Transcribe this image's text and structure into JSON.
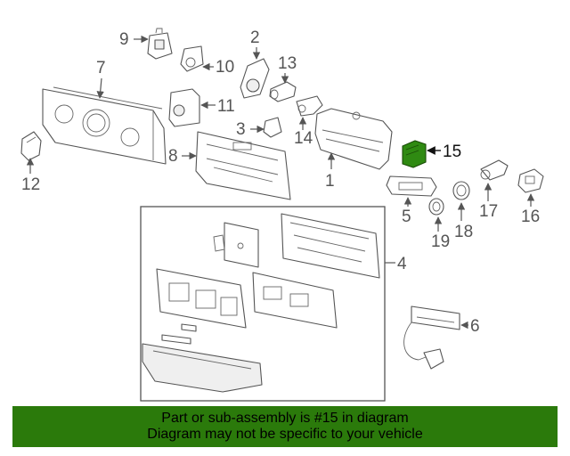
{
  "callouts": {
    "c1": "1",
    "c2": "2",
    "c3": "3",
    "c4": "4",
    "c5": "5",
    "c6": "6",
    "c7": "7",
    "c8": "8",
    "c9": "9",
    "c10": "10",
    "c11": "11",
    "c12": "12",
    "c13": "13",
    "c14": "14",
    "c15": "15",
    "c16": "16",
    "c17": "17",
    "c18": "18",
    "c19": "19"
  },
  "highlight": {
    "color": "#2f8a12"
  },
  "footer": {
    "line1": "Part or sub-assembly is #15 in diagram",
    "line2": "Diagram may not be specific to your vehicle",
    "background": "#2b7a0b"
  }
}
